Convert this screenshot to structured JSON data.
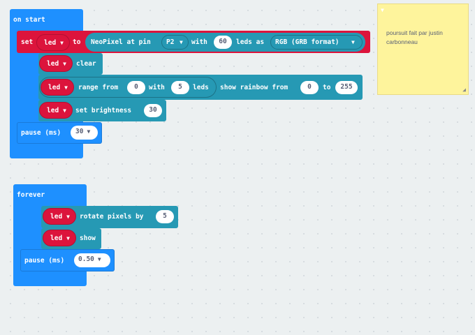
{
  "colors": {
    "loops": "#1e90ff",
    "neopixel": "#2699b4",
    "variable": "#dc143c",
    "workspace": "#ecf0f1",
    "comment": "#fef49c"
  },
  "icons": {
    "dropdown": "dropdown-arrow-icon",
    "resize": "resize-handle-icon"
  },
  "on_start": {
    "label": "on start",
    "set_block": {
      "set_label": "set",
      "variable": "led",
      "to_label": "to",
      "neopixel_label": "NeoPixel at pin",
      "pin": "P2",
      "with_label": "with",
      "led_count": "60",
      "leds_as_label": "leds as",
      "format": "RGB (GRB format)"
    },
    "clear_block": {
      "variable": "led",
      "action": "clear"
    },
    "rainbow_block": {
      "variable": "led",
      "range_from_label": "range from",
      "range_start": "0",
      "with_label": "with",
      "range_count": "5",
      "leds_label": "leds",
      "show_rainbow_label": "show rainbow from",
      "hue_start": "0",
      "to_label": "to",
      "hue_end": "255"
    },
    "brightness_block": {
      "variable": "led",
      "label": "set brightness",
      "value": "30"
    },
    "pause_block": {
      "label": "pause (ms)",
      "value": "30"
    }
  },
  "forever": {
    "label": "forever",
    "rotate_block": {
      "variable": "led",
      "label": "rotate pixels by",
      "value": "5"
    },
    "show_block": {
      "variable": "led",
      "action": "show"
    },
    "pause_block": {
      "label": "pause (ms)",
      "value": "0.50"
    }
  },
  "comment": {
    "text": "poursuit fait par justin carbonneau"
  }
}
